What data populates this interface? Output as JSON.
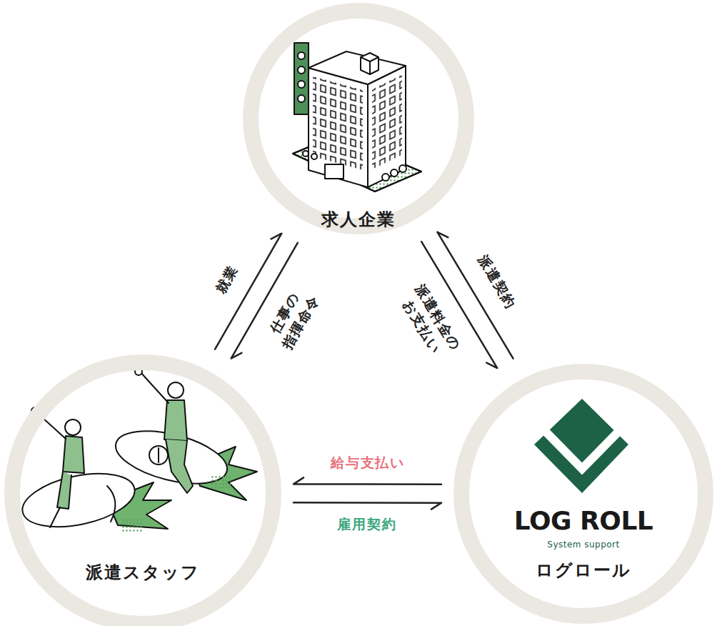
{
  "diagram": {
    "nodes": [
      {
        "text": [
          "求人企業"
        ]
      },
      {
        "text": [
          "派遣スタッフ"
        ]
      },
      {
        "text": [
          "LOG ROLL",
          "System support",
          "ログロール"
        ]
      }
    ],
    "edges": [
      {
        "from": 1,
        "to": 0,
        "label": "就業",
        "arrow": "to"
      },
      {
        "from": 0,
        "to": 1,
        "label": "仕事の 指揮命令",
        "arrow": "to"
      },
      {
        "from": 2,
        "to": 0,
        "label": "派遣契約",
        "arrow": "to"
      },
      {
        "from": 0,
        "to": 2,
        "label": "派遣料金の お支払い",
        "arrow": "to"
      },
      {
        "from": 2,
        "to": 1,
        "label": "給与支払い",
        "arrow": "to"
      },
      {
        "from": 1,
        "to": 2,
        "label": "雇用契約",
        "arrow": "to"
      }
    ]
  }
}
